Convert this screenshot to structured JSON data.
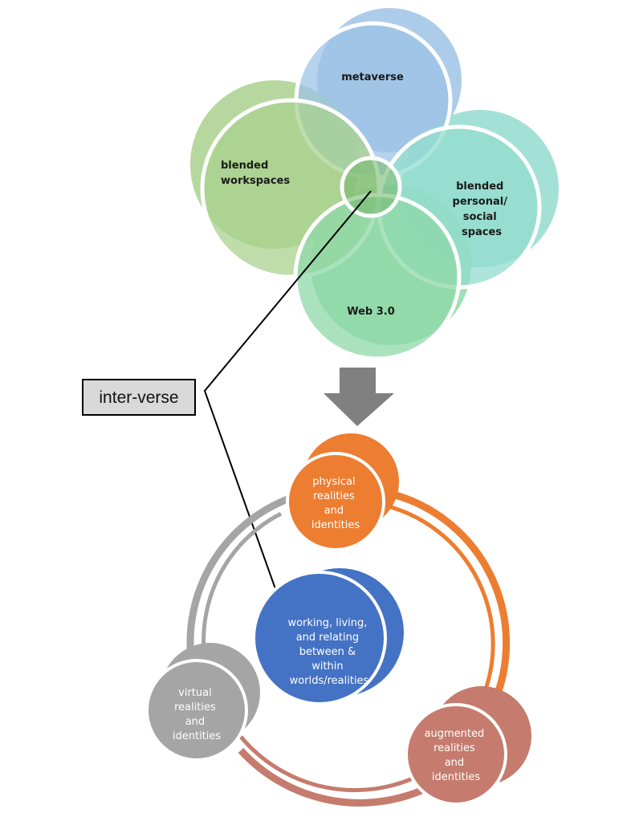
{
  "venn": {
    "metaverse": {
      "label": "metaverse",
      "color": "#9dc3e6"
    },
    "workspaces": {
      "label_lines": [
        "blended",
        "workspaces"
      ],
      "color": "#a9d18e"
    },
    "personal": {
      "label_lines": [
        "blended",
        "personal/",
        "social",
        "spaces"
      ],
      "color": "#93dccf"
    },
    "web3": {
      "label": "Web 3.0",
      "color": "#8fd8a8"
    }
  },
  "callout": {
    "label": "inter-verse"
  },
  "cycle": {
    "center": {
      "label_lines": [
        "working, living,",
        "and relating",
        "between &",
        "within",
        "worlds/realities"
      ],
      "color": "#4472c4"
    },
    "physical": {
      "label_lines": [
        "physical",
        "realities",
        "and",
        "identities"
      ],
      "color": "#ed7d31"
    },
    "augmented": {
      "label_lines": [
        "augmented",
        "realities",
        "and",
        "identities"
      ],
      "color": "#c57b6d"
    },
    "virtual": {
      "label_lines": [
        "virtual",
        "realities",
        "and",
        "identities"
      ],
      "color": "#a5a5a5"
    }
  },
  "arrow": {
    "color": "#808080"
  }
}
